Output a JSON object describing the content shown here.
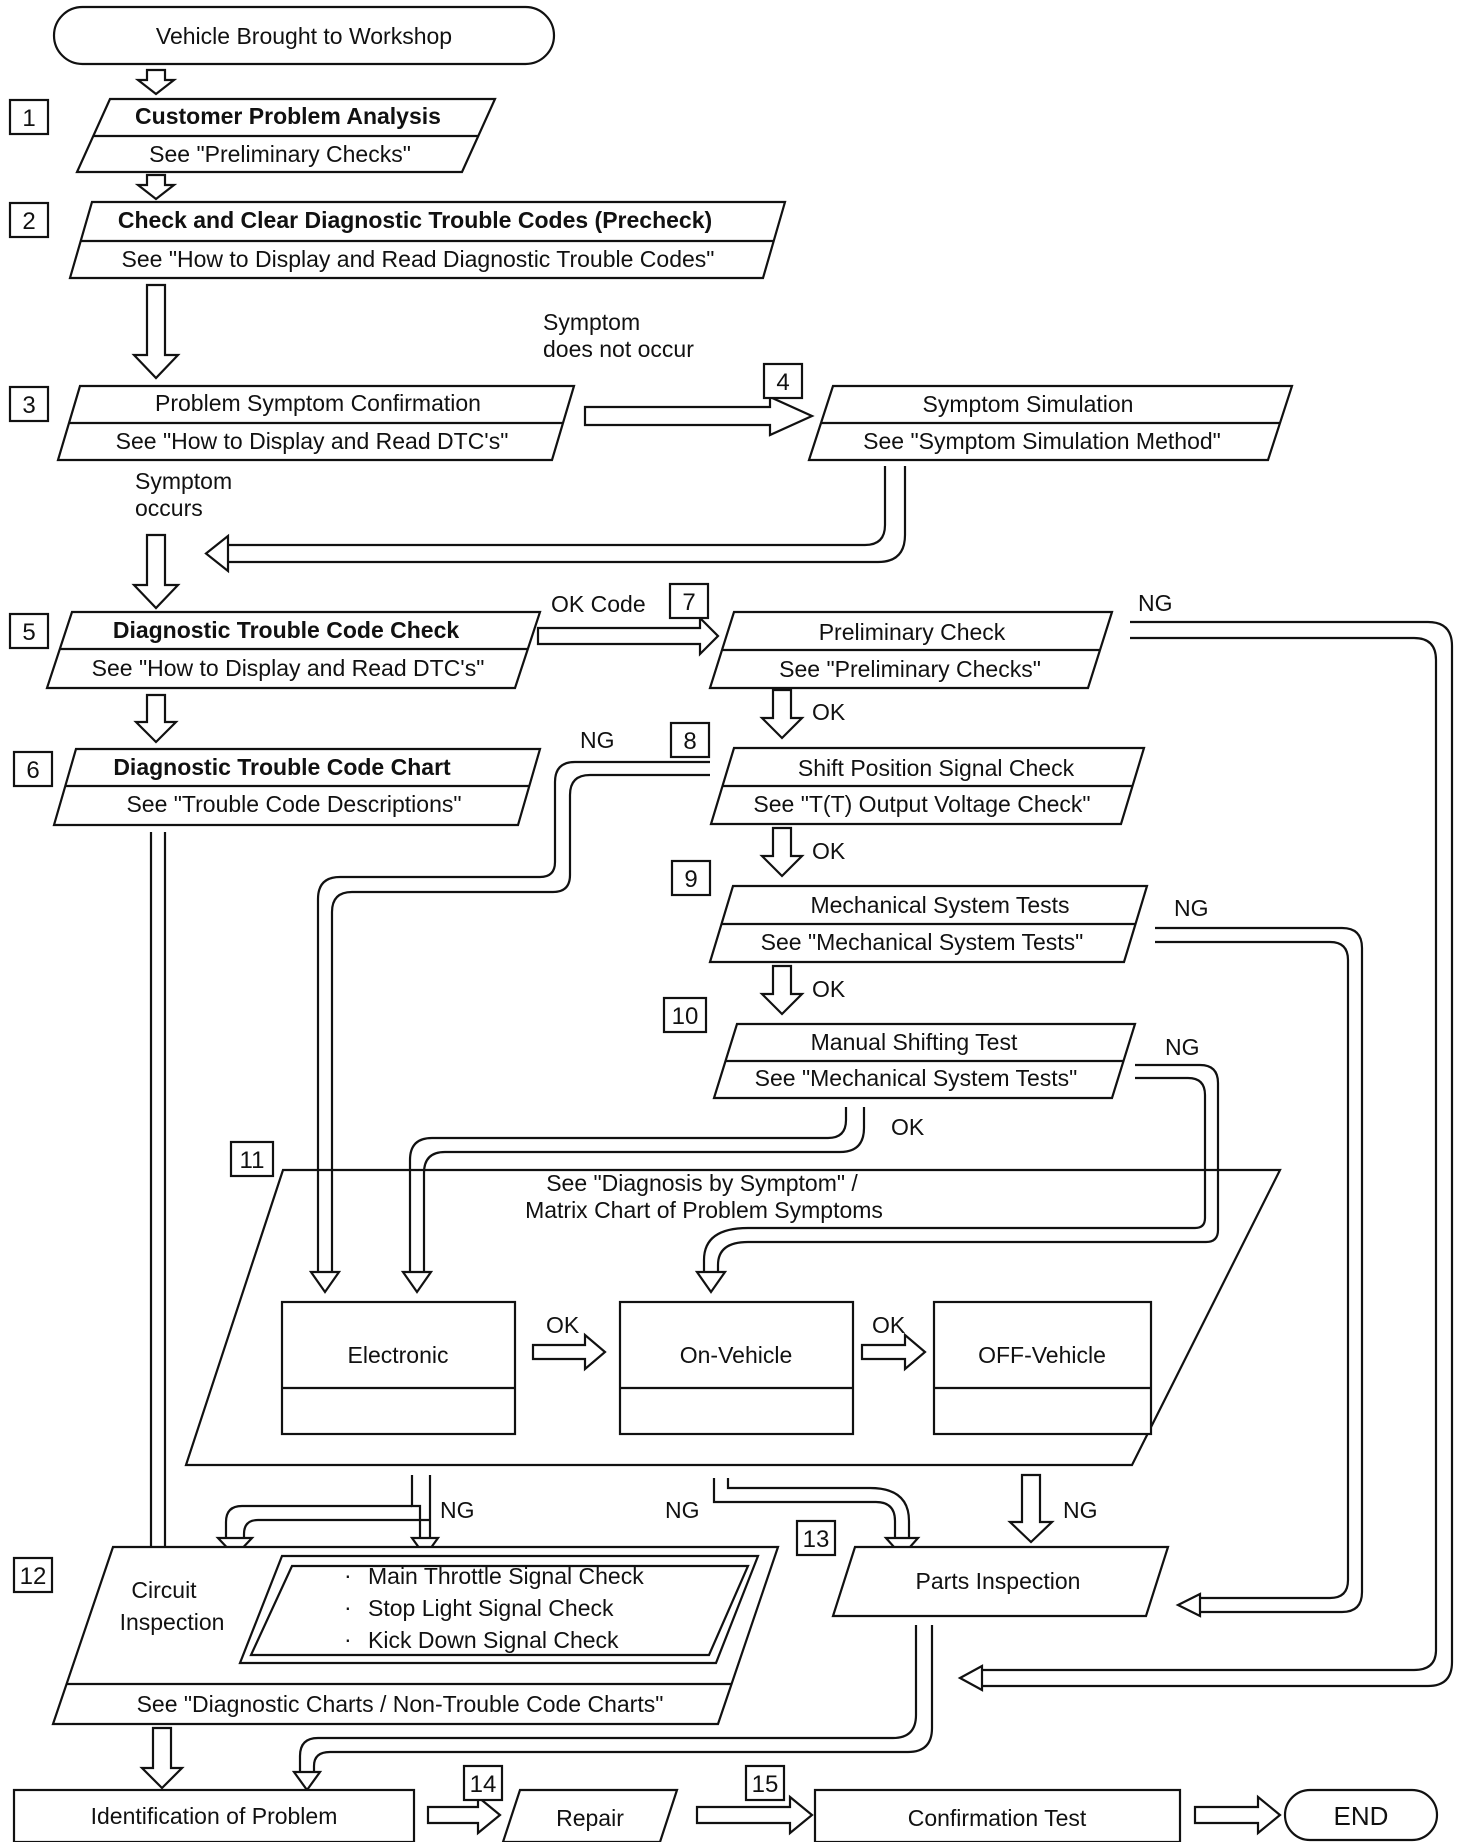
{
  "start": "Vehicle Brought to Workshop",
  "steps": [
    {
      "num": "1",
      "title": "Customer Problem Analysis",
      "ref": "See \"Preliminary Checks\""
    },
    {
      "num": "2",
      "title": "Check and Clear Diagnostic Trouble Codes (Precheck)",
      "ref": "See \"How to Display and Read Diagnostic Trouble Codes\""
    },
    {
      "num": "3",
      "title": "Problem Symptom Confirmation",
      "ref": "See \"How to Display and Read DTC's\""
    },
    {
      "num": "4",
      "title": "Symptom Simulation",
      "ref": "See \"Symptom Simulation Method\""
    },
    {
      "num": "5",
      "title": "Diagnostic Trouble Code Check",
      "ref": "See \"How to Display and Read DTC's\""
    },
    {
      "num": "6",
      "title": "Diagnostic Trouble Code Chart",
      "ref": "See \"Trouble Code Descriptions\""
    },
    {
      "num": "7",
      "title": "Preliminary Check",
      "ref": "See \"Preliminary Checks\""
    },
    {
      "num": "8",
      "title": "Shift Position Signal Check",
      "ref": "See \"T(T) Output Voltage Check\""
    },
    {
      "num": "9",
      "title": "Mechanical System Tests",
      "ref": "See \"Mechanical System Tests\""
    },
    {
      "num": "10",
      "title": "Manual Shifting Test",
      "ref": "See \"Mechanical System Tests\""
    },
    {
      "num": "11",
      "ref_line1": "See \"Diagnosis by Symptom\" /",
      "ref_line2": "Matrix Chart of Problem Symptoms",
      "boxes": [
        "Electronic",
        "On-Vehicle",
        "OFF-Vehicle"
      ]
    },
    {
      "num": "12",
      "title_line1": "Circuit",
      "title_line2": "Inspection",
      "items": [
        "Main Throttle Signal Check",
        "Stop Light Signal Check",
        "Kick Down Signal Check"
      ],
      "ref": "See \"Diagnostic Charts / Non-Trouble Code Charts\""
    },
    {
      "num": "13",
      "title": "Parts Inspection"
    },
    {
      "num": "14",
      "title": "Repair"
    },
    {
      "num": "15",
      "title": "Confirmation Test"
    }
  ],
  "identification": "Identification of Problem",
  "end": "END",
  "labels": {
    "not_occur_1": "Symptom",
    "not_occur_2": "does not occur",
    "occurs_1": "Symptom",
    "occurs_2": "occurs",
    "ok_code": "OK Code",
    "ok": "OK",
    "ng": "NG",
    "bullet": "·"
  }
}
